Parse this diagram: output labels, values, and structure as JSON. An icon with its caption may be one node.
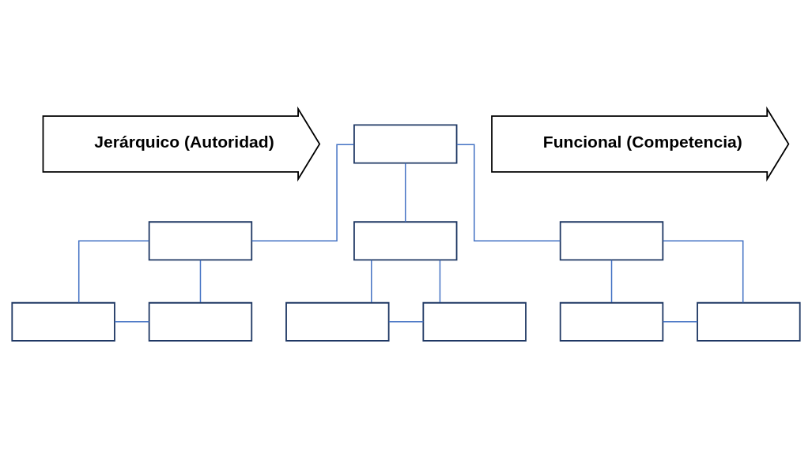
{
  "diagram": {
    "nodes": [
      {
        "text": [
          "Jerárquico (Autoridad)"
        ]
      },
      {
        "text": [],
        "shape": "box"
      },
      {
        "text": [],
        "shape": "box"
      },
      {
        "text": [],
        "shape": "box"
      },
      {
        "text": [],
        "shape": "box"
      },
      {
        "text": [],
        "shape": "box"
      },
      {
        "text": [],
        "shape": "box"
      },
      {
        "text": [],
        "shape": "box"
      },
      {
        "text": [],
        "shape": "box"
      },
      {
        "text": [],
        "shape": "box"
      },
      {
        "text": [],
        "shape": "box"
      },
      {
        "text": [
          "Funcional (Competencia)"
        ]
      }
    ],
    "edges": [
      {
        "from": 1,
        "to": 2,
        "arrow": "none"
      },
      {
        "from": 1,
        "to": 3,
        "arrow": "none"
      },
      {
        "from": 1,
        "to": 4,
        "arrow": "none"
      },
      {
        "from": 2,
        "to": 5,
        "arrow": "none"
      },
      {
        "from": 2,
        "to": 6,
        "arrow": "none"
      },
      {
        "from": 5,
        "to": 6,
        "arrow": "none"
      },
      {
        "from": 3,
        "to": 7,
        "arrow": "none"
      },
      {
        "from": 3,
        "to": 8,
        "arrow": "none"
      },
      {
        "from": 7,
        "to": 8,
        "arrow": "none"
      },
      {
        "from": 4,
        "to": 9,
        "arrow": "none"
      },
      {
        "from": 4,
        "to": 10,
        "arrow": "none"
      },
      {
        "from": 9,
        "to": 10,
        "arrow": "none"
      }
    ]
  }
}
